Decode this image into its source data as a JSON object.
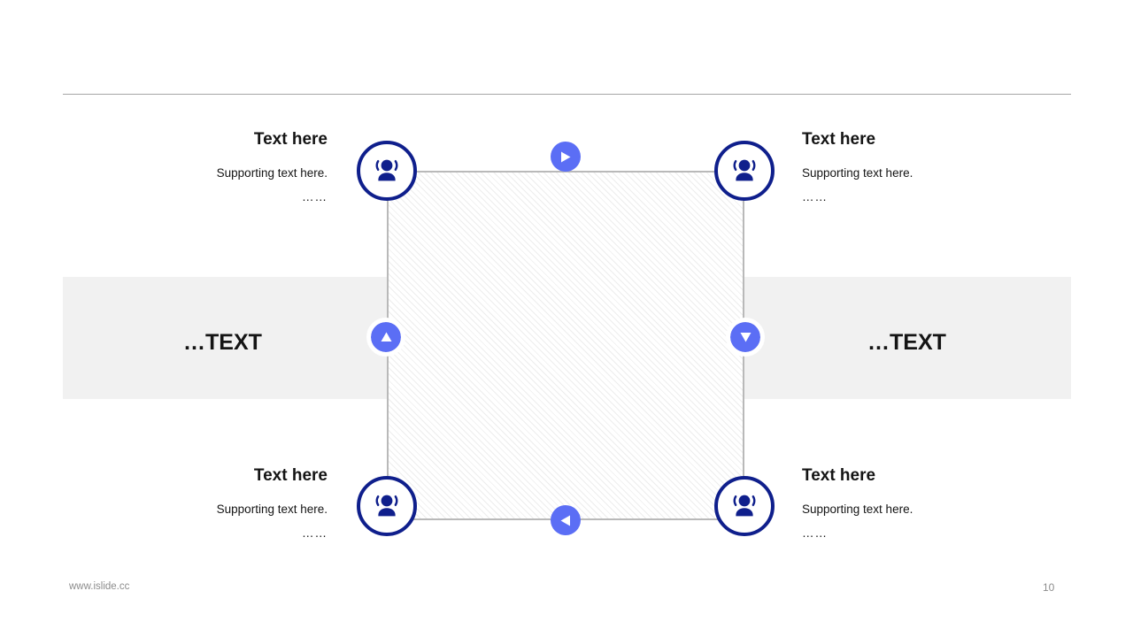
{
  "slide": {
    "band_color": "#f1f1f1",
    "accent_blue": "#0f1f8c",
    "marker_blue": "#5b6ef5",
    "rule_color": "#a6a6a6"
  },
  "nodes": [
    {
      "position": "top-left",
      "icon": "people-icon",
      "title": "Text here",
      "support": "Supporting text here.",
      "dots": "……"
    },
    {
      "position": "top-right",
      "icon": "people-icon",
      "title": "Text here",
      "support": "Supporting text here.",
      "dots": "……"
    },
    {
      "position": "bottom-left",
      "icon": "people-icon",
      "title": "Text here",
      "support": "Supporting text here.",
      "dots": "……"
    },
    {
      "position": "bottom-right",
      "icon": "people-icon",
      "title": "Text here",
      "support": "Supporting text here.",
      "dots": "……"
    }
  ],
  "markers": [
    {
      "position": "top",
      "icon": "arrow-right-icon"
    },
    {
      "position": "right",
      "icon": "arrow-down-icon"
    },
    {
      "position": "bottom",
      "icon": "arrow-left-icon"
    },
    {
      "position": "left",
      "icon": "arrow-up-icon"
    }
  ],
  "band": {
    "left_label": "…TEXT",
    "right_label": "…TEXT"
  },
  "footer": {
    "url": "www.islide.cc",
    "page_number": "10"
  }
}
